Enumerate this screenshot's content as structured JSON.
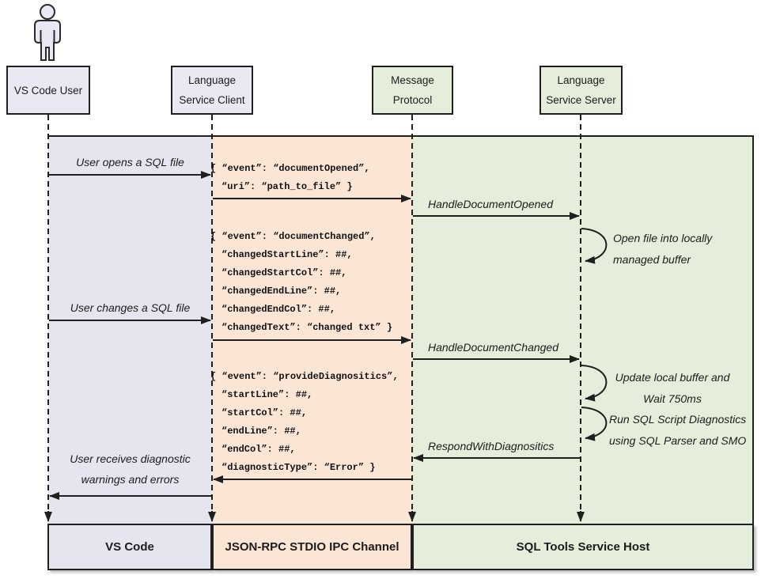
{
  "colors": {
    "lavender_band": "#e6e4ef",
    "peach_band": "#fbe5d5",
    "green_band": "#e5eedb",
    "box_border": "#1f1f1f",
    "lavender_box": "#eae8f2",
    "green_box": "#e4eedb"
  },
  "actors": {
    "user": {
      "line1": "VS Code User"
    },
    "client": {
      "line1": "Language",
      "line2": "Service Client"
    },
    "protocol": {
      "line1": "Message",
      "line2": "Protocol"
    },
    "server": {
      "line1": "Language",
      "line2": "Service Server"
    }
  },
  "arrows": {
    "opens": "User opens a SQL file",
    "changes": "User changes a SQL file",
    "receives_line1": "User receives diagnostic",
    "receives_line2": "warnings and errors",
    "handle_opened": "HandleDocumentOpened",
    "handle_changed": "HandleDocumentChanged",
    "respond": "RespondWithDiagnositics"
  },
  "notes": {
    "open_file_line1": "Open file into locally",
    "open_file_line2": "managed buffer",
    "update_line1": "Update local buffer and",
    "update_line2": "Wait 750ms",
    "run_line1": "Run SQL Script Diagnostics",
    "run_line2": "using SQL Parser and SMO"
  },
  "messages": {
    "doc_opened": {
      "l1": "{ “event”: “documentOpened”,",
      "l2": "“uri”: “path_to_file” }"
    },
    "doc_changed": {
      "l1": "{ “event”: “documentChanged”,",
      "l2": "“changedStartLine”: ##,",
      "l3": "“changedStartCol”: ##,",
      "l4": "“changedEndLine”: ##,",
      "l5": "“changedEndCol”: ##,",
      "l6": "“changedText”: “changed txt” }"
    },
    "diagnostics": {
      "l1": "{ “event”: “provideDiagnositics”,",
      "l2": "“startLine”: ##,",
      "l3": "“startCol”: ##,",
      "l4": "“endLine”: ##,",
      "l5": "“endCol”: ##,",
      "l6": "“diagnosticType”: “Error” }"
    }
  },
  "lanes": {
    "vscode": "VS Code",
    "jsonrpc": "JSON-RPC STDIO IPC Channel",
    "sqltools": "SQL Tools Service Host"
  }
}
